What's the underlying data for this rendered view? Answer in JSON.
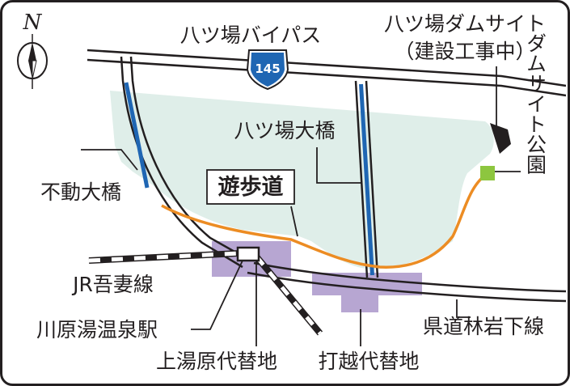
{
  "compass": {
    "north_label": "N"
  },
  "route_shield": {
    "number": "145"
  },
  "labels": {
    "bypass": "八ツ場バイパス",
    "dam_site_line1": "八ツ場ダムサイト",
    "dam_site_line2": "（建設工事中）",
    "yanba_bridge": "八ツ場大橋",
    "fudo_bridge": "不動大橋",
    "promenade": "遊歩道",
    "dam_site_park": "ダムサイト公園",
    "jr_agatsuma_line": "JR吾妻線",
    "kawarayu_station": "川原湯温泉駅",
    "kamiyubara_site": "上湯原代替地",
    "uchikoshi_site": "打越代替地",
    "prefectural_road": "県道林岩下線"
  },
  "colors": {
    "reservoir": "#dfeee9",
    "bridge": "#1f66b3",
    "promenade": "#ec8c23",
    "replacement_site": "#b7a6d2",
    "park": "#8dc63f",
    "road_outline": "#231f20",
    "shield": "#1f66b3"
  }
}
